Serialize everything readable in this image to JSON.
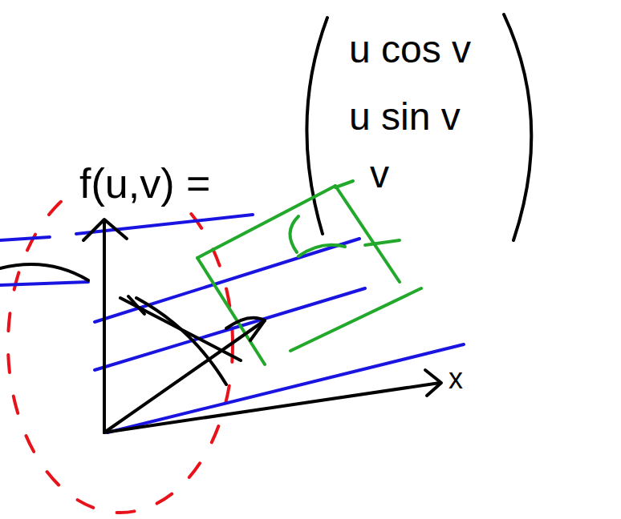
{
  "diagram": {
    "labels": [
      "f(u,v) =",
      "u cos v",
      "u sin v",
      "v",
      "x"
    ]
  }
}
